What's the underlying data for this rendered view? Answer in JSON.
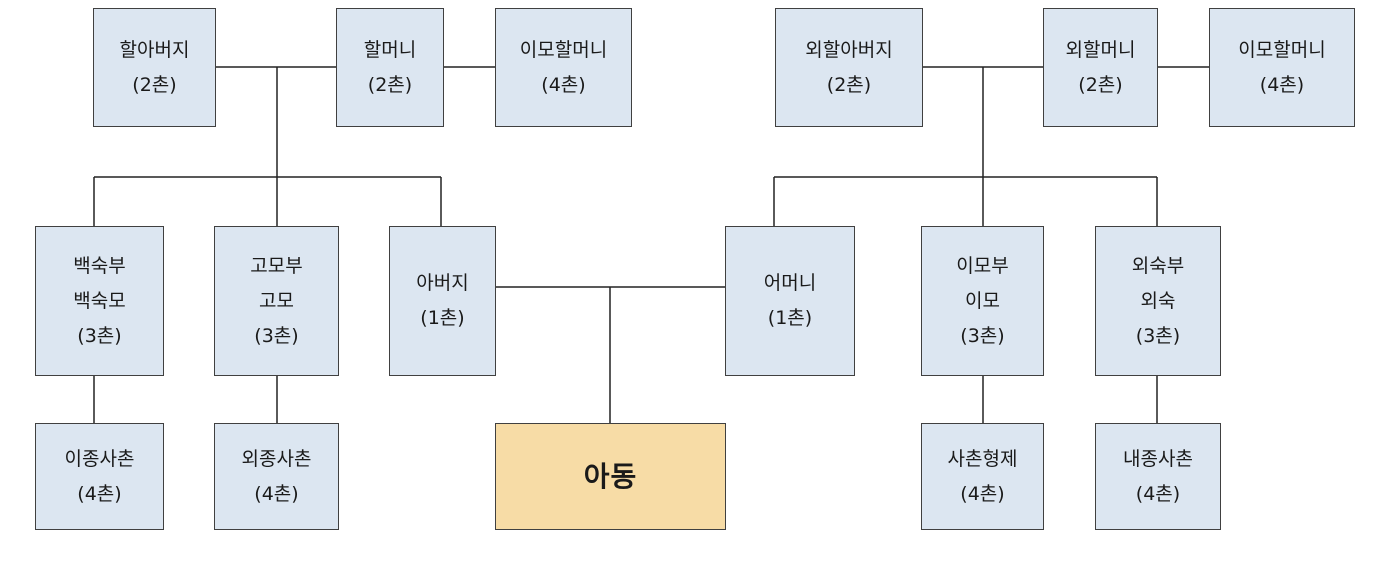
{
  "colors": {
    "box_fill": "#dce6f1",
    "self_fill": "#f7dca6",
    "line": "#222222"
  },
  "nodes": {
    "grandfather": [
      "할아버지",
      "(2촌)"
    ],
    "grandmother": [
      "할머니",
      "(2촌)"
    ],
    "great_aunt_paternal": [
      "이모할머니",
      "(4촌)"
    ],
    "maternal_grandfather": [
      "외할아버지",
      "(2촌)"
    ],
    "maternal_grandmother": [
      "외할머니",
      "(2촌)"
    ],
    "great_aunt_maternal": [
      "이모할머니",
      "(4촌)"
    ],
    "uncle_elder": [
      "백숙부",
      "백숙모",
      "(3촌)"
    ],
    "aunt_paternal": [
      "고모부",
      "고모",
      "(3촌)"
    ],
    "father": [
      "아버지",
      "(1촌)"
    ],
    "mother": [
      "어머니",
      "(1촌)"
    ],
    "aunt_maternal": [
      "이모부",
      "이모",
      "(3촌)"
    ],
    "uncle_maternal": [
      "외숙부",
      "외숙",
      "(3촌)"
    ],
    "cousin_1": [
      "이종사촌",
      "(4촌)"
    ],
    "cousin_2": [
      "외종사촌",
      "(4촌)"
    ],
    "child": [
      "아동"
    ],
    "cousin_3": [
      "사촌형제",
      "(4촌)"
    ],
    "cousin_4": [
      "내종사촌",
      "(4촌)"
    ]
  }
}
